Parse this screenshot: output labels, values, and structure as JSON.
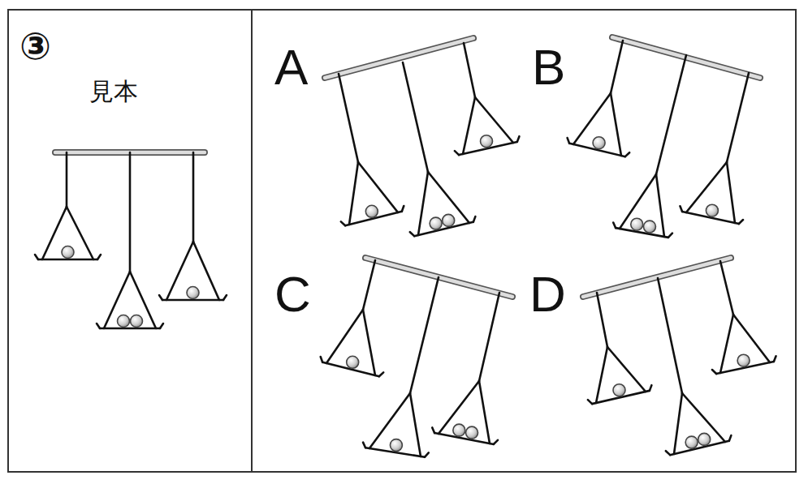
{
  "diagram": {
    "labels": [
      "③",
      "見本",
      "A",
      "B",
      "C",
      "D"
    ]
  }
}
